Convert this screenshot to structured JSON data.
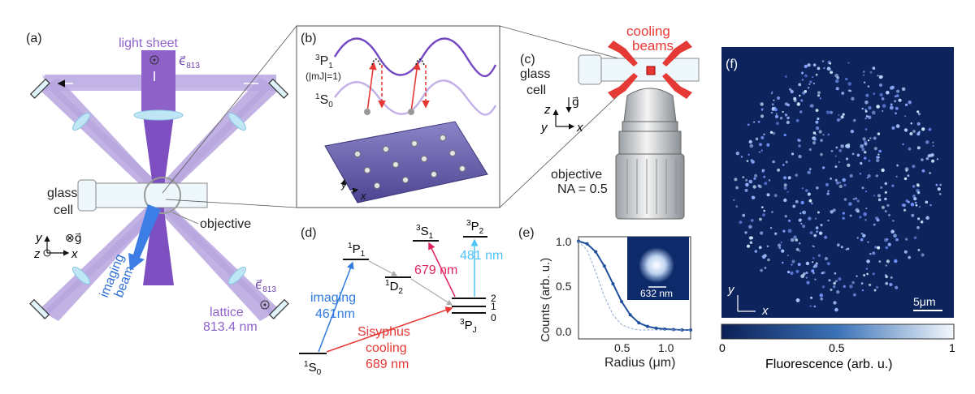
{
  "panel_a": {
    "label": "(a)",
    "light_sheet": "light sheet",
    "eps_sheet": "ϵ⃗",
    "eps_sub": "813",
    "glass": "glass",
    "cell": "cell",
    "objective": "objective",
    "imaging": "imaging",
    "beam": "beam",
    "lattice": "lattice",
    "lattice_wl": "813.4 nm",
    "eps_lattice": "ϵ⃗",
    "eps_lattice_sub": "813",
    "axis_y": "y",
    "axis_z": "z",
    "axis_x": "x",
    "gravity": "⊗g⃗"
  },
  "panel_b": {
    "label": "(b)",
    "state_3p1": "3P1",
    "mj": "(|mJ|=1)",
    "state_1s0": "1S0",
    "axis_y": "y",
    "axis_x": "x"
  },
  "panel_c": {
    "label": "(c)",
    "cooling": "cooling",
    "beams": "beams",
    "glass": "glass",
    "cell": "cell",
    "axis_z": "z",
    "axis_y": "y",
    "axis_x": "x",
    "gravity": "g⃗",
    "objective": "objective",
    "na": "NA = 0.5"
  },
  "panel_d": {
    "label": "(d)",
    "lvl_1p1": "1P1",
    "lvl_3s1": "3S1",
    "lvl_3p2": "3P2",
    "lvl_1d2": "1D2",
    "lvl_3pj": "3PJ",
    "lvl_1s0": "1S0",
    "j2": "2",
    "j1": "1",
    "j0": "0",
    "wl_679": "679 nm",
    "wl_481": "481 nm",
    "imaging": "imaging",
    "imaging_wl": "461nm",
    "sisyphus": "Sisyphus",
    "cooling": "cooling",
    "cooling_wl": "689 nm"
  },
  "panel_e": {
    "label": "(e)",
    "ylabel": "Counts (arb. u.)",
    "xlabel": "Radius (μm)",
    "yticks": [
      "1.0",
      "0.5",
      "0.0"
    ],
    "xticks": [
      "0.5",
      "1.0"
    ],
    "inset_scale": "632 nm"
  },
  "panel_f": {
    "label": "(f)",
    "axis_y": "y",
    "axis_x": "x",
    "scalebar": "5μm",
    "cbar_ticks": [
      "0",
      "0.5",
      "1"
    ],
    "cbar_label": "Fluorescence (arb. u.)"
  },
  "chart_data": {
    "type": "line",
    "xlabel": "Radius (μm)",
    "ylabel": "Counts (arb. u.)",
    "xlim": [
      0,
      1.3
    ],
    "ylim": [
      -0.1,
      1.05
    ],
    "series": [
      {
        "x": [
          0,
          0.1,
          0.2,
          0.3,
          0.4,
          0.5,
          0.6,
          0.7,
          0.8,
          0.9,
          1.0,
          1.1,
          1.2,
          1.3
        ],
        "values": [
          1.0,
          0.97,
          0.88,
          0.72,
          0.52,
          0.32,
          0.17,
          0.08,
          0.04,
          0.02,
          0.01,
          0.005,
          0.0,
          0.0
        ]
      },
      {
        "x": [
          0,
          0.1,
          0.2,
          0.3,
          0.4,
          0.5,
          0.6,
          0.7,
          0.8,
          0.9,
          1.0,
          1.1,
          1.2,
          1.3
        ],
        "values": [
          1.0,
          0.9,
          0.65,
          0.38,
          0.17,
          0.06,
          0.02,
          0.0,
          0.0,
          0.0,
          0.0,
          0.0,
          0.0,
          0.0
        ]
      }
    ]
  }
}
